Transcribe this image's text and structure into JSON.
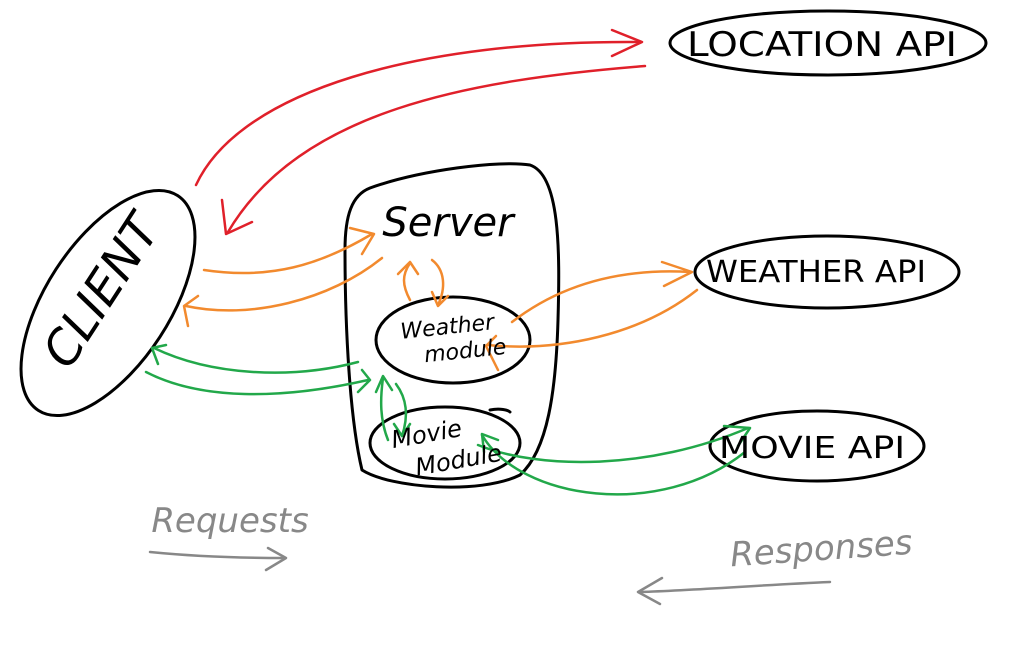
{
  "nodes": {
    "client": "CLIENT",
    "server": "Server",
    "weather_module": [
      "Weather",
      "module"
    ],
    "movie_module": [
      "Movie",
      "Module"
    ],
    "location_api": "LOCATION API",
    "weather_api": "WEATHER API",
    "movie_api": "MOVIE API"
  },
  "legend": {
    "requests": "Requests",
    "responses": "Responses"
  },
  "colors": {
    "ink": "#000000",
    "location_flow": "#e0202a",
    "weather_flow": "#f28a2e",
    "movie_flow": "#22a84a",
    "legend": "#888888"
  }
}
